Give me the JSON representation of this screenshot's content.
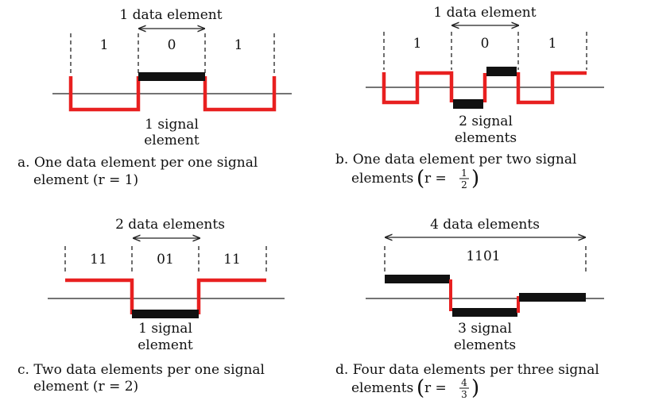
{
  "panels": [
    {
      "id": "a",
      "top_label": "1 data element",
      "bits": [
        "1",
        "0",
        "1"
      ],
      "bottom_label_line1": "1 signal",
      "bottom_label_line2": "element",
      "caption_line1": "a. One data element per one signal",
      "caption_line2": "element (r = 1)"
    },
    {
      "id": "b",
      "top_label": "1 data element",
      "bits": [
        "1",
        "0",
        "1"
      ],
      "bottom_label_line1": "2 signal",
      "bottom_label_line2": "elements",
      "caption_line1": "b. One data element per two signal",
      "caption_line2_prefix": "elements",
      "ratio": {
        "r": "r =",
        "num": "1",
        "den": "2"
      }
    },
    {
      "id": "c",
      "top_label": "2 data elements",
      "bits": [
        "11",
        "01",
        "11"
      ],
      "bottom_label_line1": "1 signal",
      "bottom_label_line2": "element",
      "caption_line1": "c. Two data elements per one signal",
      "caption_line2": "element (r = 2)"
    },
    {
      "id": "d",
      "top_label": "4 data elements",
      "bits": [
        "1101"
      ],
      "bottom_label_line1": "3 signal",
      "bottom_label_line2": "elements",
      "caption_line1": "d. Four data elements per three signal",
      "caption_line2_prefix": "elements",
      "ratio": {
        "r": "r =",
        "num": "4",
        "den": "3"
      }
    }
  ],
  "colors": {
    "signal": "#e82020",
    "block": "#111111",
    "axis": "#222222"
  }
}
